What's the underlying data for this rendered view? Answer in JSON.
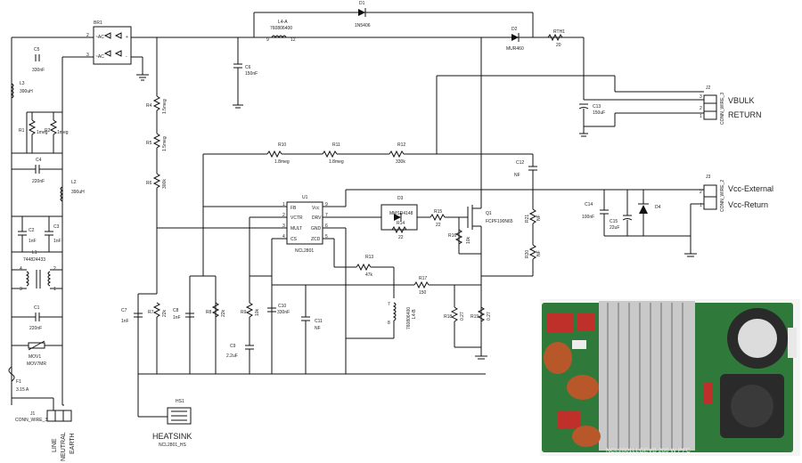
{
  "components": {
    "br1": "BR1",
    "ac1": "~AC",
    "ac2": "~AC",
    "plus": "+",
    "minus": "-",
    "c5": "C5",
    "c5_val": "330nF",
    "l3": "L3",
    "l3_val": "390uH",
    "r1": "R1",
    "r1_val": "1meg",
    "r2": "R2",
    "r2_val": "1meg",
    "c4": "C4",
    "c4_val": "220nF",
    "l2": "L2",
    "l2_val": "390uH",
    "c2": "C2",
    "c2_val": "1nF",
    "c3": "C3",
    "c3_val": "1nF",
    "l1": "L1",
    "l1_val": "744824433",
    "c1": "C1",
    "c1_val": "220nF",
    "mov1": "MOV1",
    "mov1_val": "MOV7MR",
    "f1": "F1",
    "f1_val": "3.15 A",
    "j1": "J1",
    "j1_val": "CONN_WIRE_3",
    "c6": "C6",
    "c6_val": "150nF",
    "l4a": "L4-A",
    "l4a_val": "760806400",
    "d1": "D1",
    "d1_val": "1N5406",
    "d2": "D2",
    "d2_val": "MUR460",
    "rth1": "RTH1",
    "rth1_val": "20",
    "c13": "C13",
    "c13_val": "150uF",
    "j2": "J2",
    "j2_val": "CONN_WIRE_3",
    "r4": "R4",
    "r4_val": "1.5meg",
    "r5": "R5",
    "r5_val": "1.5meg",
    "r6": "R6",
    "r6_val": "300k",
    "r10": "R10",
    "r10_val": "1.8meg",
    "r11": "R11",
    "r11_val": "1.8meg",
    "r12": "R12",
    "r12_val": "330k",
    "c12": "C12",
    "c12_val": "NF",
    "u1": "U1",
    "u1_val": "NCL2801",
    "d3": "D3",
    "d3_val": "MMSD4148",
    "r14": "R14",
    "r14_val": "22",
    "r15": "R15",
    "r15_val": "22",
    "q1": "Q1",
    "q1_val": "FCPF190N65",
    "r16": "R16",
    "r16_val": "10k",
    "c14": "C14",
    "c14_val": "100nF",
    "c15": "C15",
    "c15_val": "22uF",
    "d4": "D4",
    "j3": "J3",
    "j3_val": "CONN_WIRE_2",
    "r21": "R21",
    "r21_val": "NF",
    "r20": "R20",
    "r20_val": "NF",
    "c7": "C7",
    "c7_val": "1nF",
    "r7": "R7",
    "r7_val": "22k",
    "c8": "C8",
    "c8_val": "1nF",
    "r8": "R8",
    "r8_val": "22k",
    "r9": "R9",
    "r9_val": "10k",
    "c10": "C10",
    "c10_val": "330nF",
    "c9": "C9",
    "c9_val": "2.2uF",
    "c11": "C11",
    "c11_val": "NF",
    "r13": "R13",
    "r13_val": "47k",
    "r17": "R17",
    "r17_val": "150",
    "l4b": "L4-B",
    "l4b_val": "760806400",
    "r18": "R18",
    "r18_val": "0.27",
    "r19": "R19",
    "r19_val": "0.27",
    "hs1": "HS1",
    "hs1_val": "NCL2801_HS"
  },
  "pins": {
    "fb": "FB",
    "vctr": "VCTR",
    "mult": "MULT",
    "cs": "CS",
    "vcc": "Vcc",
    "drv": "DRV",
    "gnd": "GND",
    "zcd": "ZCD",
    "n1": "1",
    "n2": "2",
    "n3": "3",
    "n4": "4",
    "n5": "5",
    "n6": "6",
    "n7": "7",
    "n8": "8",
    "n9": "9",
    "n12": "12"
  },
  "outputs": {
    "vbulk": "VBULK",
    "return": "RETURN",
    "vcc_external": "Vcc-External",
    "vcc_return": "Vcc-Return"
  },
  "input_labels": {
    "line": "LINE",
    "neutral": "NEUTRAL",
    "earth": "EARTH"
  },
  "heatsink_label": "HEATSINK",
  "board_photo": {
    "caption": "NCL2801LLGEVB 200 W PFC",
    "colors": {
      "pcb": "#2f7a3a",
      "heatsink": "#c9c9c9",
      "inductor": "#b8582a",
      "capacitor": "#2a2a2a"
    }
  }
}
